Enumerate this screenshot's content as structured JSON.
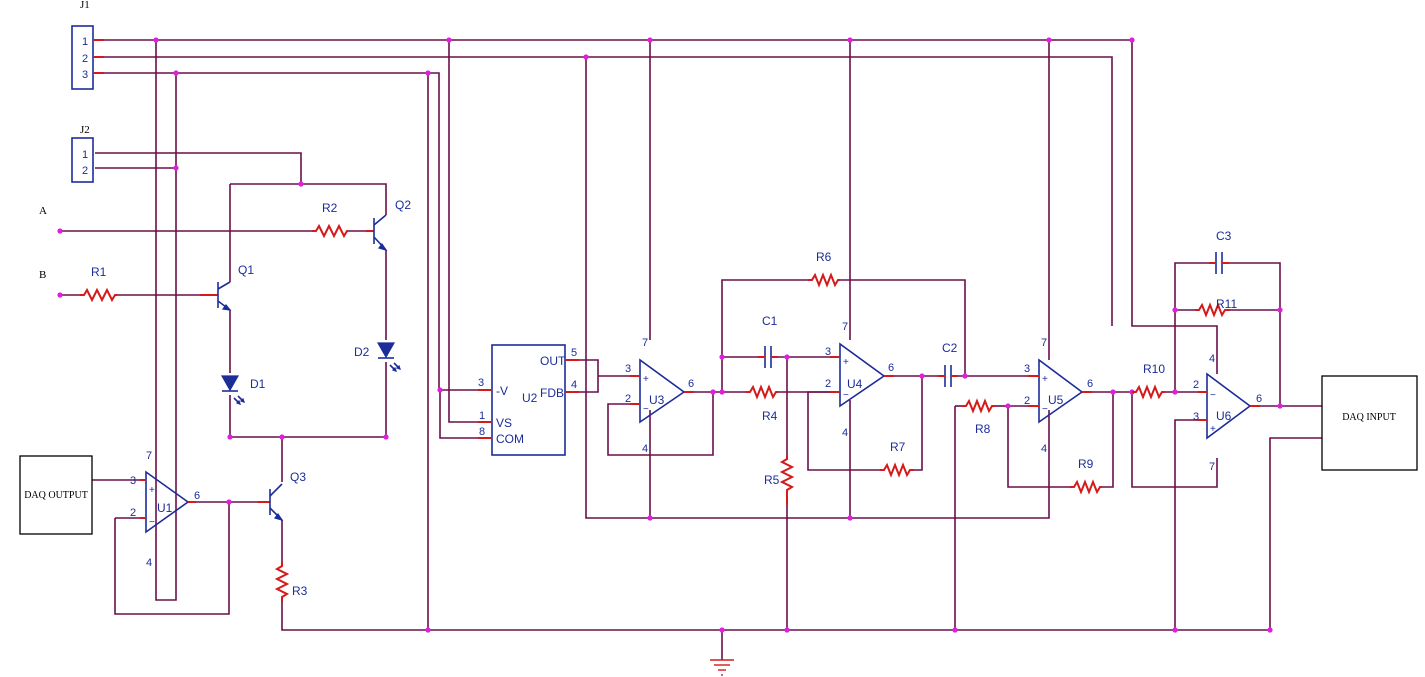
{
  "connectors": {
    "j1": {
      "ref": "J1",
      "pins": [
        "1",
        "2",
        "3"
      ]
    },
    "j2": {
      "ref": "J2",
      "pins": [
        "1",
        "2"
      ]
    }
  },
  "inputs": {
    "a": "A",
    "b": "B"
  },
  "blocks": {
    "daq_output": "DAQ OUTPUT",
    "daq_input": "DAQ INPUT"
  },
  "resistors": [
    "R1",
    "R2",
    "R3",
    "R4",
    "R5",
    "R6",
    "R7",
    "R8",
    "R9",
    "R10",
    "R11"
  ],
  "capacitors": [
    "C1",
    "C2",
    "C3"
  ],
  "transistors": [
    "Q1",
    "Q2",
    "Q3"
  ],
  "diodes": [
    "D1",
    "D2"
  ],
  "opamps": {
    "u1": {
      "ref": "U1",
      "pins": [
        "3",
        "2",
        "6",
        "7",
        "4"
      ]
    },
    "u3": {
      "ref": "U3",
      "pins": [
        "3",
        "2",
        "6",
        "7",
        "4"
      ]
    },
    "u4": {
      "ref": "U4",
      "pins": [
        "3",
        "2",
        "6",
        "7",
        "4"
      ]
    },
    "u5": {
      "ref": "U5",
      "pins": [
        "3",
        "2",
        "6",
        "7",
        "4"
      ]
    },
    "u6": {
      "ref": "U6",
      "pins": [
        "2",
        "3",
        "6",
        "4",
        "7"
      ]
    }
  },
  "u2": {
    "ref": "U2",
    "pins_left": [
      {
        "num": "3",
        "name": "-V"
      },
      {
        "num": "1",
        "name": "VS"
      },
      {
        "num": "8",
        "name": "COM"
      }
    ],
    "pins_right": [
      {
        "num": "5",
        "name": "OUT"
      },
      {
        "num": "4",
        "name": "FDB"
      }
    ]
  },
  "colors": {
    "wire": "#6b0f4a",
    "component": "#1c2d9a",
    "pin": "#d41a1a",
    "junction": "#e01ee0"
  }
}
